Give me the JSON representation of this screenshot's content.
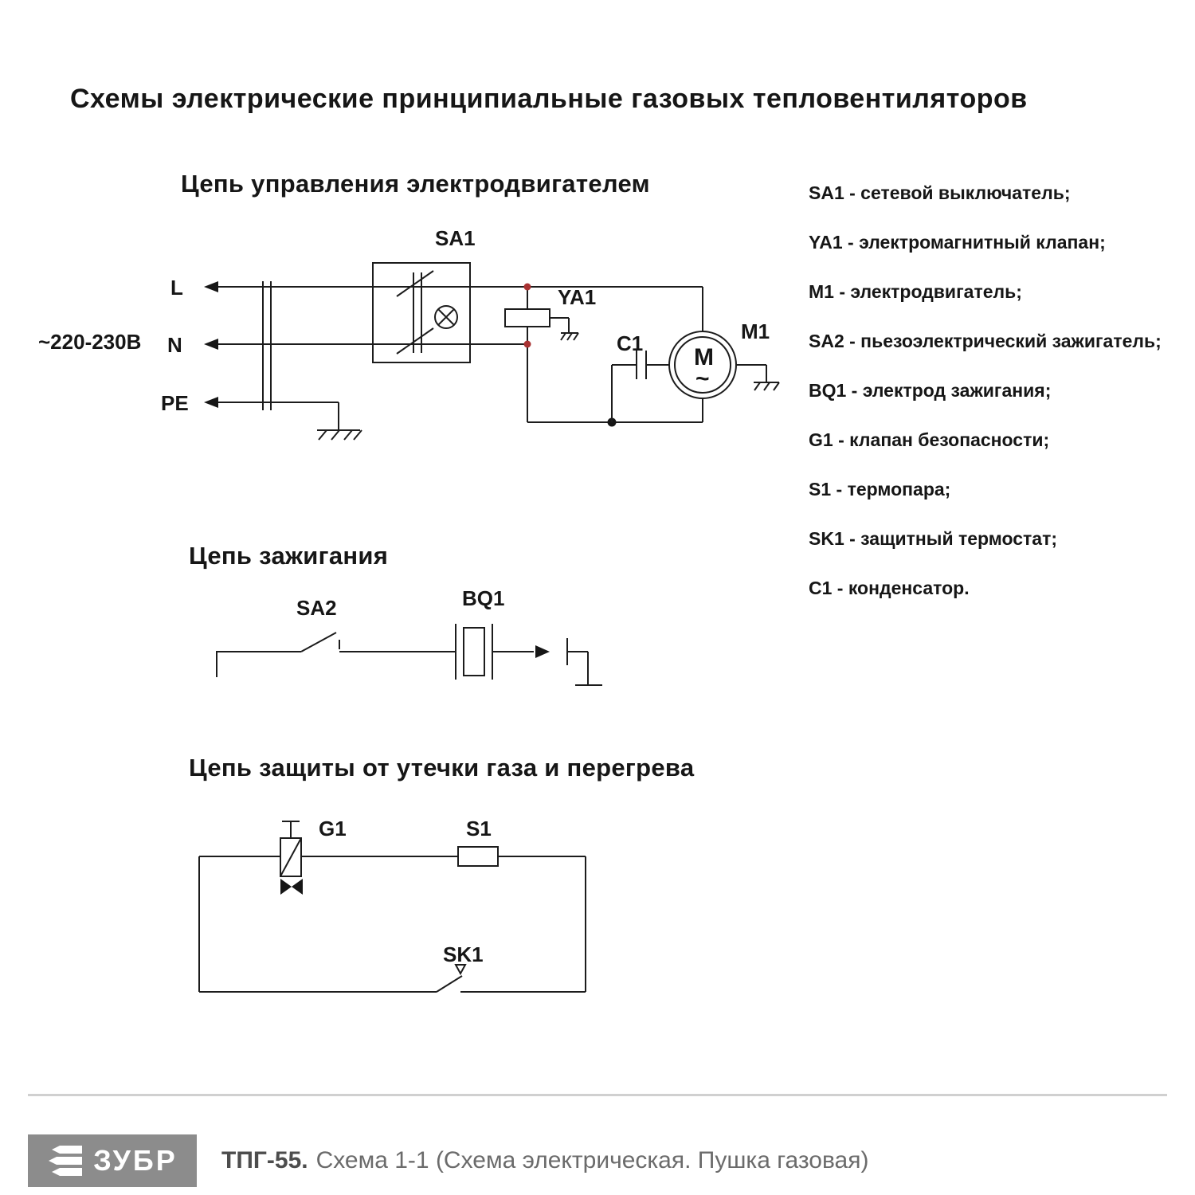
{
  "page_title": "Схемы электрические принципиальные газовых тепловентиляторов",
  "circuit1": {
    "title": "Цепь управления электродвигателем",
    "voltage_label": "~220-230В",
    "line_l": "L",
    "line_n": "N",
    "line_pe": "PE",
    "sa1": "SA1",
    "ya1": "YA1",
    "c1": "C1",
    "m1": "M1",
    "motor_letter": "M",
    "motor_ac": "~"
  },
  "circuit2": {
    "title": "Цепь зажигания",
    "sa2": "SA2",
    "bq1": "BQ1"
  },
  "circuit3": {
    "title": "Цепь защиты от утечки газа и перегрева",
    "g1": "G1",
    "s1": "S1",
    "sk1": "SK1"
  },
  "legend": {
    "items": [
      "SA1 - сетевой выключатель;",
      "YA1 - электромагнитный клапан;",
      "M1 - электродвигатель;",
      "SA2 - пьезоэлектрический зажигатель;",
      "BQ1 - электрод зажигания;",
      "G1 - клапан безопасности;",
      "S1 - термопара;",
      "SK1 - защитный термостат;",
      "C1 - конденсатор."
    ]
  },
  "footer": {
    "brand": "ЗУБР",
    "model": "ТПГ-55.",
    "caption": "Схема 1-1 (Схема электрическая. Пушка газовая)"
  }
}
